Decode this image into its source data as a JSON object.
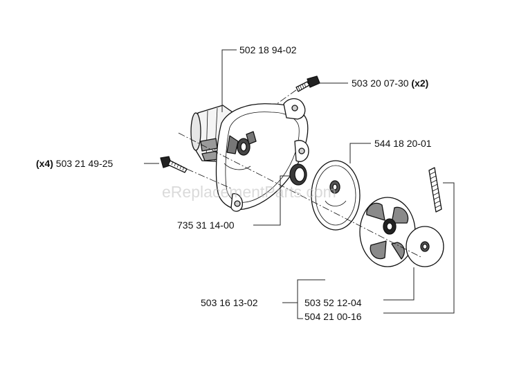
{
  "watermark": "eReplacementParts.com",
  "parts": {
    "gear_housing": {
      "part_number": "502 18 94-02"
    },
    "housing_screw": {
      "part_number": "503 20 07-30",
      "quantity": "(x2)"
    },
    "mount_screw": {
      "quantity": "(x4)",
      "part_number": "503 21 49-25"
    },
    "clutch_drum": {
      "part_number": "544 18 20-01"
    },
    "spacer_ring": {
      "part_number": "735 31 14-00"
    },
    "clutch_assembly": {
      "part_number": "503 16 13-02"
    },
    "washer": {
      "part_number": "503 52 12-04"
    },
    "spring": {
      "part_number": "504 21 00-16"
    }
  },
  "colors": {
    "line": "#111111",
    "watermark": "#bdbdbd",
    "background": "#ffffff"
  }
}
